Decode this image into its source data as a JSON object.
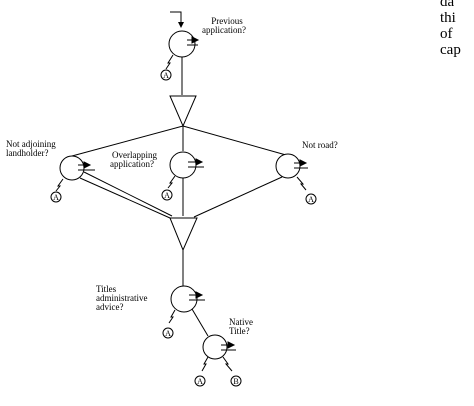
{
  "diagram": {
    "questions": {
      "previous_application": [
        "Previous",
        "application?"
      ],
      "not_adjoining_landholder": [
        "Not adjoining",
        "landholder?"
      ],
      "overlapping_application": [
        "Overlapping",
        "application?"
      ],
      "not_road": [
        "Not road?"
      ],
      "titles_administrative_advice": [
        "Titles",
        "administrative",
        "advice?"
      ],
      "native_title": [
        "Native",
        "Title?"
      ]
    },
    "connector_labels": {
      "a": "A",
      "b": "B"
    }
  },
  "side_text": [
    "da",
    "thi",
    "of",
    "cap"
  ]
}
